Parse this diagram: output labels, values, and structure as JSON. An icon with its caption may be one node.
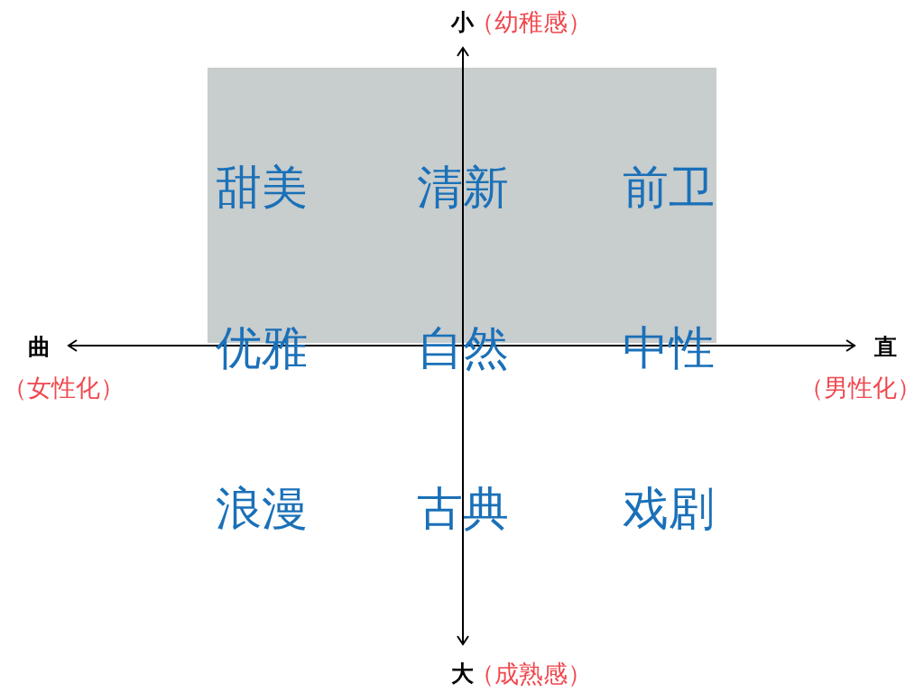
{
  "diagram": {
    "labels": [
      "小",
      "（幼稚感）",
      "甜美",
      "清新",
      "前卫",
      "曲",
      "优雅",
      "自然",
      "中性",
      "直",
      "（女性化）",
      "（男性化）",
      "浪漫",
      "古典",
      "戏剧",
      "大",
      "（成熟感）"
    ]
  }
}
